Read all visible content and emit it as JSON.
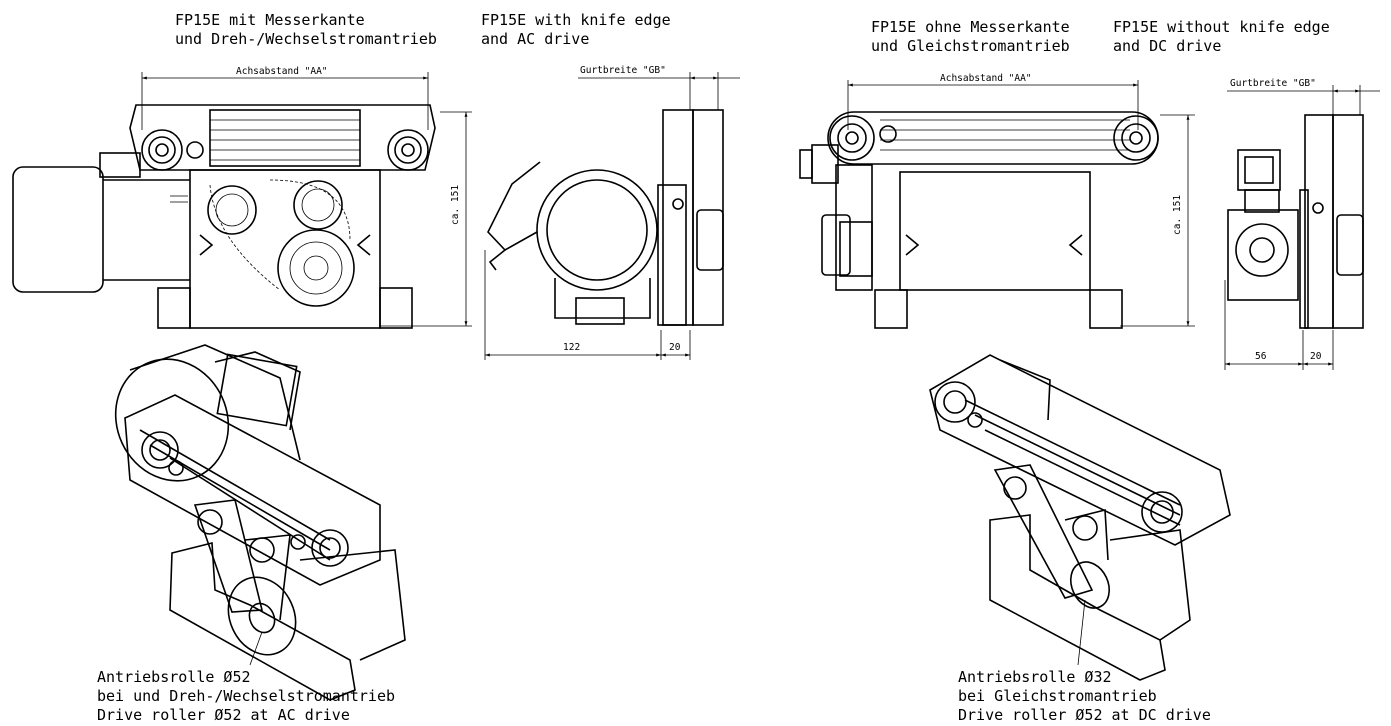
{
  "captions": {
    "left_de_1": "FP15E mit Messerkante",
    "left_de_2": "und Dreh-/Wechselstromantrieb",
    "left_en_1": "FP15E with knife edge",
    "left_en_2": "and AC drive",
    "right_de_1": "FP15E ohne Messerkante",
    "right_de_2": "und Gleichstromantrieb",
    "right_en_1": "FP15E without knife edge",
    "right_en_2": "and DC drive"
  },
  "dimensions": {
    "axis_distance": "Achsabstand \"AA\"",
    "belt_width": "Gurtbreite \"GB\"",
    "height": "ca. 151",
    "width_ac": "122",
    "width_dc": "56",
    "depth": "20"
  },
  "notes": {
    "ac_1": "Antriebsrolle Ø52",
    "ac_2": "bei und Dreh-/Wechselstromantrieb",
    "ac_3": "Drive roller Ø52 at AC drive",
    "dc_1": "Antriebsrolle Ø32",
    "dc_2": "bei Gleichstromantrieb",
    "dc_3": "Drive roller Ø52 at DC drive"
  }
}
